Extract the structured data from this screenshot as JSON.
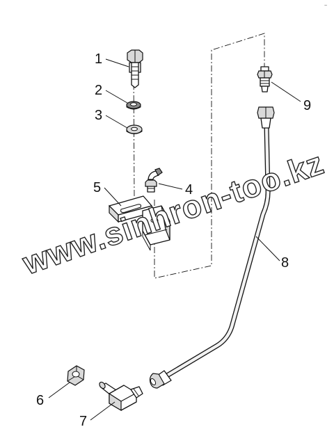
{
  "corner_mark": "~",
  "watermark": "www.sinhron-too.kz",
  "callouts": [
    {
      "id": "1",
      "label": "1",
      "part": "bolt"
    },
    {
      "id": "2",
      "label": "2",
      "part": "lock-washer"
    },
    {
      "id": "3",
      "label": "3",
      "part": "flat-washer"
    },
    {
      "id": "4",
      "label": "4",
      "part": "grease-fitting"
    },
    {
      "id": "5",
      "label": "5",
      "part": "bracket"
    },
    {
      "id": "6",
      "label": "6",
      "part": "nut"
    },
    {
      "id": "7",
      "label": "7",
      "part": "elbow-fitting"
    },
    {
      "id": "8",
      "label": "8",
      "part": "tube"
    },
    {
      "id": "9",
      "label": "9",
      "part": "adapter-fitting"
    }
  ]
}
